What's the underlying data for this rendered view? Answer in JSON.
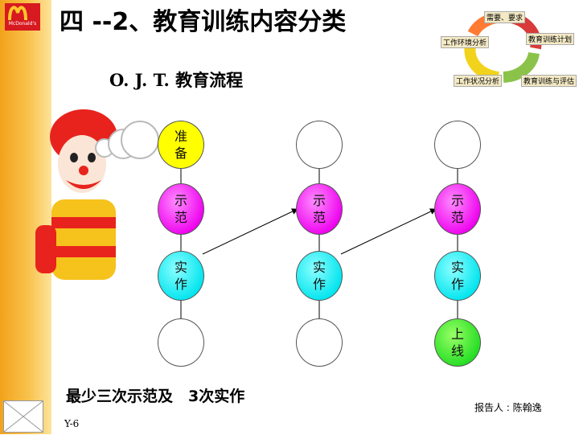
{
  "slide": {
    "title": "四 --2、教育训练内容分类",
    "subtitle": "O. J. T. 教育流程",
    "summary": "最少三次示范及　3次实作",
    "reporter": "报告人 : 陈翰逸",
    "page_number": "Y-6"
  },
  "logo": {
    "text": "McDonald's"
  },
  "cycle": {
    "labels": [
      "需要、要求",
      "教育训练计划",
      "工作环境分析",
      "工作状况分析",
      "教育训练与评估"
    ]
  },
  "columns": [
    {
      "nodes": [
        "准\n备",
        "示\n范",
        "实\n作",
        ""
      ]
    },
    {
      "nodes": [
        "",
        "示\n范",
        "实\n作",
        ""
      ]
    },
    {
      "nodes": [
        "",
        "示\n范",
        "实\n作",
        "上\n线"
      ]
    }
  ],
  "colors": {
    "sidebar": "#f3a21b",
    "prepare": "#ffff00",
    "demonstrate": "#ee00ee",
    "practice": "#00e4ee",
    "online": "#22dd22"
  }
}
